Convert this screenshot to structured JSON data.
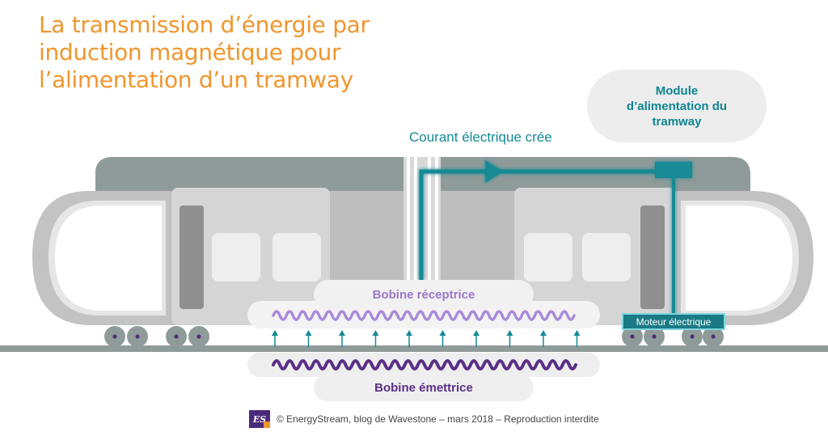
{
  "title": {
    "line1": "La transmission d’énergie par",
    "line2": "induction magnétique pour",
    "line3": "l’alimentation d’un tramway"
  },
  "labels": {
    "module": [
      "Module",
      "d’alimentation du",
      "tramway"
    ],
    "current": "Courant électrique crée",
    "receiver_coil": "Bobine réceptrice",
    "emitter_coil": "Bobine émettrice",
    "motor": "Moteur électrique"
  },
  "footer": {
    "logo_text": "ES",
    "text": "© EnergyStream, blog de Wavestone – mars 2018 – Reproduction interdite"
  },
  "colors": {
    "title": "#f0962d",
    "teal": "#138a95",
    "teal_glow": "#7fd6de",
    "receiver": "#a98ad8",
    "emitter": "#5a2f86",
    "tram_roof": "#8f9b99",
    "tram_body": "#bdbdbd",
    "rail": "#8f9b99"
  }
}
